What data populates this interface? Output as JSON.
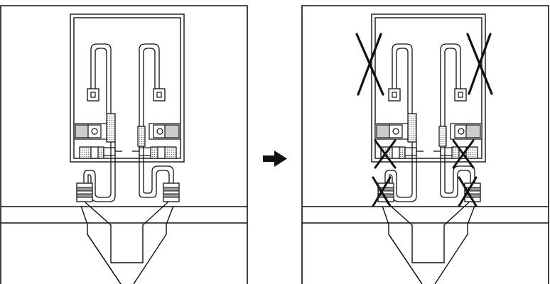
{
  "figure": {
    "panels": [
      {
        "id": "before",
        "crossed_out": []
      },
      {
        "id": "after",
        "crossed_out": [
          "left-trace-upper",
          "right-trace-upper",
          "left-contact-pad-lower",
          "right-contact-pad-lower",
          "left-resistor",
          "right-resistor"
        ]
      }
    ],
    "arrow": {
      "icon": "right-arrow-icon",
      "direction": "right"
    }
  },
  "colors": {
    "line": "#111111",
    "background": "#ffffff",
    "dot_fill": "#b8b8b8",
    "shade_fill": "#cfcfcf"
  }
}
